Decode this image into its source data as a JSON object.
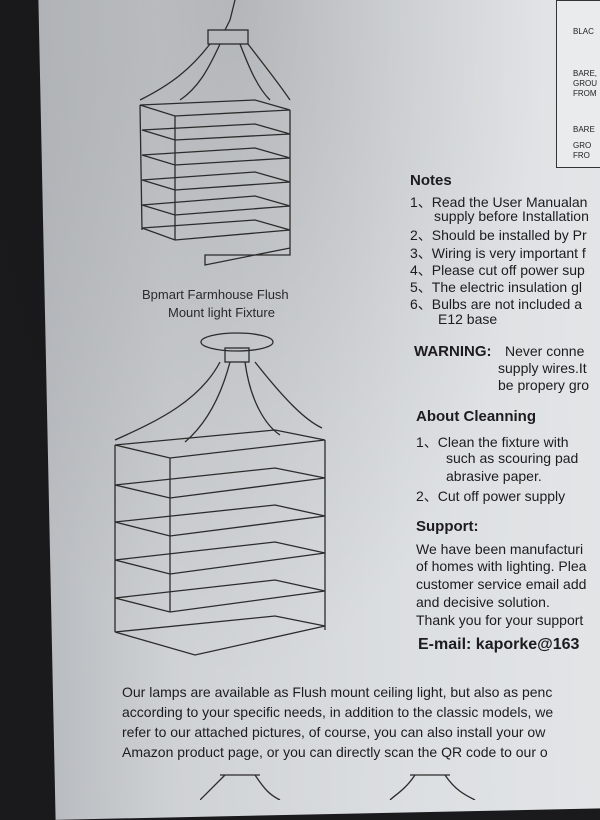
{
  "caption": {
    "line1": "Bpmart Farmhouse Flush",
    "line2": "Mount light Fixture"
  },
  "wiring_labels": [
    "BLAC",
    "BARE,",
    "GROU",
    "FROM",
    "BARE",
    "GRO",
    "FRO"
  ],
  "notes": {
    "heading": "Notes",
    "items": [
      "1、Read the User Manualan",
      "supply before Installation",
      "2、Should be installed by Pr",
      "3、Wiring is very important f",
      "4、Please cut off power sup",
      "5、The electric insulation gl",
      "6、Bulbs are not included a",
      "E12 base"
    ]
  },
  "warning": {
    "label": "WARNING:",
    "lines": [
      "Never conne",
      "supply wires.It",
      "be propery gro"
    ]
  },
  "cleaning": {
    "heading": "About Cleanning",
    "lines": [
      "1、Clean the fixture with",
      "such as scouring pad",
      "abrasive paper.",
      "2、Cut off power supply"
    ]
  },
  "support": {
    "heading": "Support:",
    "lines": [
      "We have been manufacturi",
      "of homes with lighting. Plea",
      "customer service email add",
      "and decisive solution.",
      "Thank you for your support"
    ],
    "email": "E-mail: kaporke@163"
  },
  "footer": {
    "lines": [
      "Our lamps are available as Flush mount ceiling light, but also as penc",
      "according to your specific needs, in addition to the classic models, we",
      "refer to our attached pictures, of course, you can also install your ow",
      "Amazon product page, or you can directly scan the QR code to our o"
    ]
  }
}
